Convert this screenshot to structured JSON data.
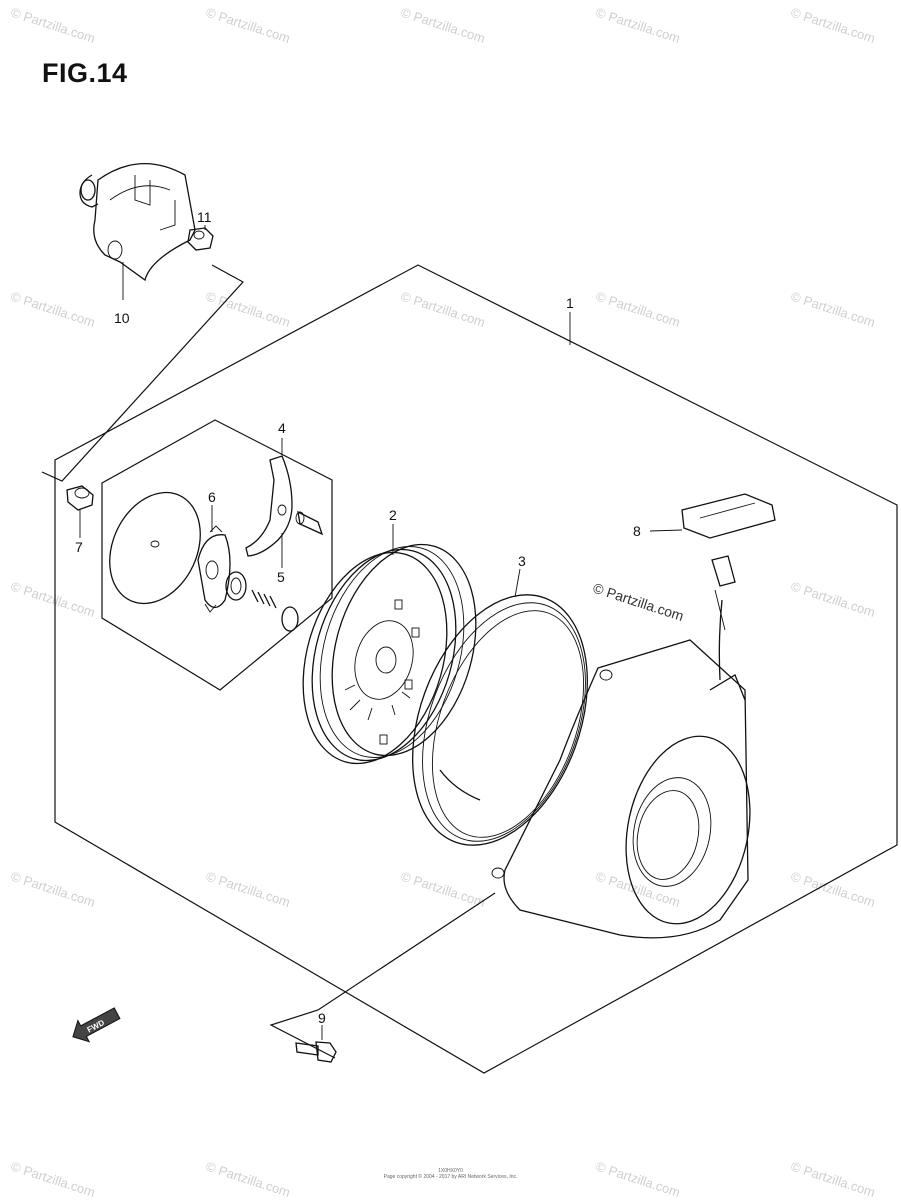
{
  "figure": {
    "title": "FIG.14"
  },
  "callouts": [
    {
      "id": "c1",
      "text": "1"
    },
    {
      "id": "c2",
      "text": "2"
    },
    {
      "id": "c3",
      "text": "3"
    },
    {
      "id": "c4",
      "text": "4"
    },
    {
      "id": "c5",
      "text": "5"
    },
    {
      "id": "c6",
      "text": "6"
    },
    {
      "id": "c7",
      "text": "7"
    },
    {
      "id": "c8",
      "text": "8"
    },
    {
      "id": "c9",
      "text": "9"
    },
    {
      "id": "c10",
      "text": "10"
    },
    {
      "id": "c11",
      "text": "11"
    }
  ],
  "watermark": {
    "text": "© Partzilla.com",
    "center_text": "© Partzilla.com"
  },
  "fwd_arrow": {
    "label": "FWD"
  },
  "footer": {
    "line1": "1X0HX0Y0",
    "line2": "Page copyright © 2004 - 2017 by ARI Network Services, Inc."
  }
}
